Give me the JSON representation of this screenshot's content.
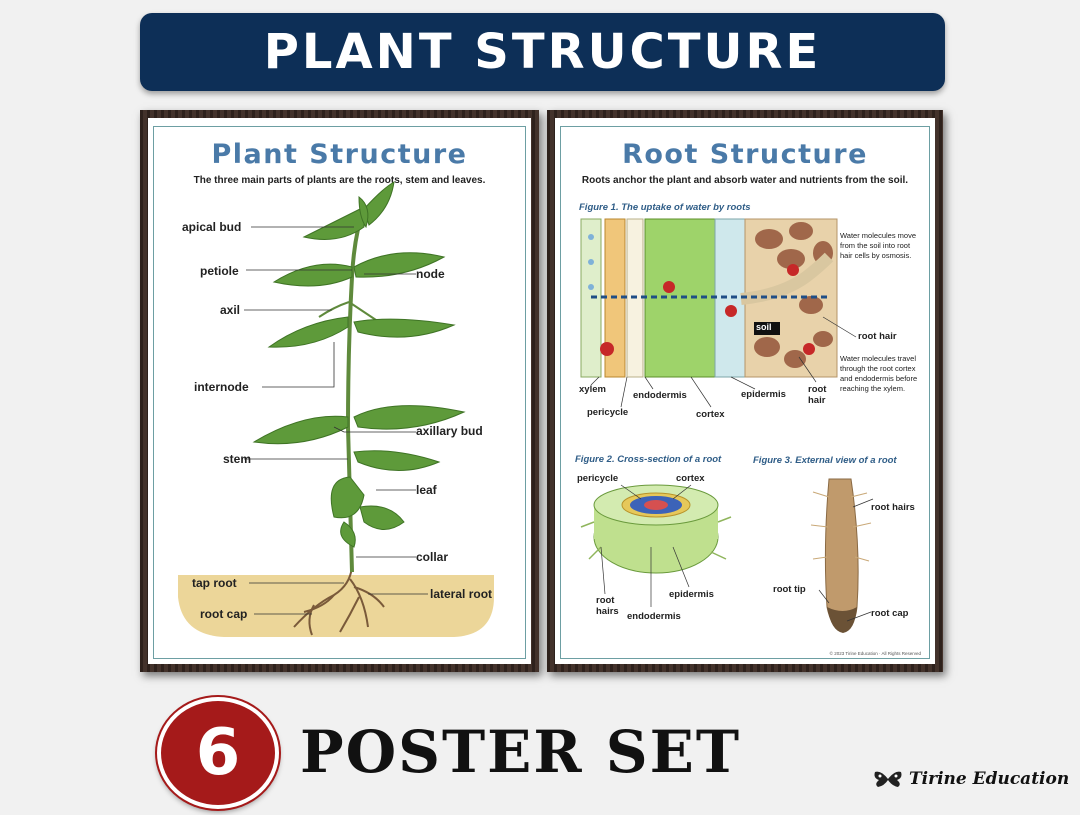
{
  "banner": {
    "title": "PLANT STRUCTURE"
  },
  "poster1": {
    "title": "Plant Structure",
    "subtitle": "The three main parts of plants are the roots, stem and leaves.",
    "labels": {
      "apical_bud": "apical bud",
      "petiole": "petiole",
      "node": "node",
      "axil": "axil",
      "internode": "internode",
      "axillary_bud": "axillary bud",
      "stem": "stem",
      "leaf": "leaf",
      "collar": "collar",
      "tap_root": "tap root",
      "lateral_root": "lateral root",
      "root_cap": "root cap"
    }
  },
  "poster2": {
    "title": "Root Structure",
    "subtitle": "Roots anchor the plant and absorb water and nutrients from the soil.",
    "fig1": {
      "caption": "Figure 1. The uptake of water by roots",
      "note_top": "Water molecules move from the soil into root hair cells by osmosis.",
      "note_bottom": "Water molecules travel through the root cortex and endodermis before reaching the xylem.",
      "soil": "soil",
      "root_hair": "root hair",
      "xylem": "xylem",
      "endodermis": "endodermis",
      "pericycle": "pericycle",
      "cortex": "cortex",
      "epidermis": "epidermis",
      "root_hair2": "root hair"
    },
    "fig2": {
      "caption": "Figure 2. Cross-section of a root",
      "pericycle": "pericycle",
      "cortex": "cortex",
      "root_hairs": "root hairs",
      "epidermis": "epidermis",
      "endodermis": "endodermis"
    },
    "fig3": {
      "caption": "Figure 3. External view of a root",
      "root_hairs": "root hairs",
      "root_tip": "root tip",
      "root_cap": "root cap"
    },
    "copyright": "© 2023 Tirine Education · All Rights Reserved"
  },
  "footer": {
    "count": "6",
    "text": "POSTER SET",
    "brand": "Tirine Education"
  }
}
